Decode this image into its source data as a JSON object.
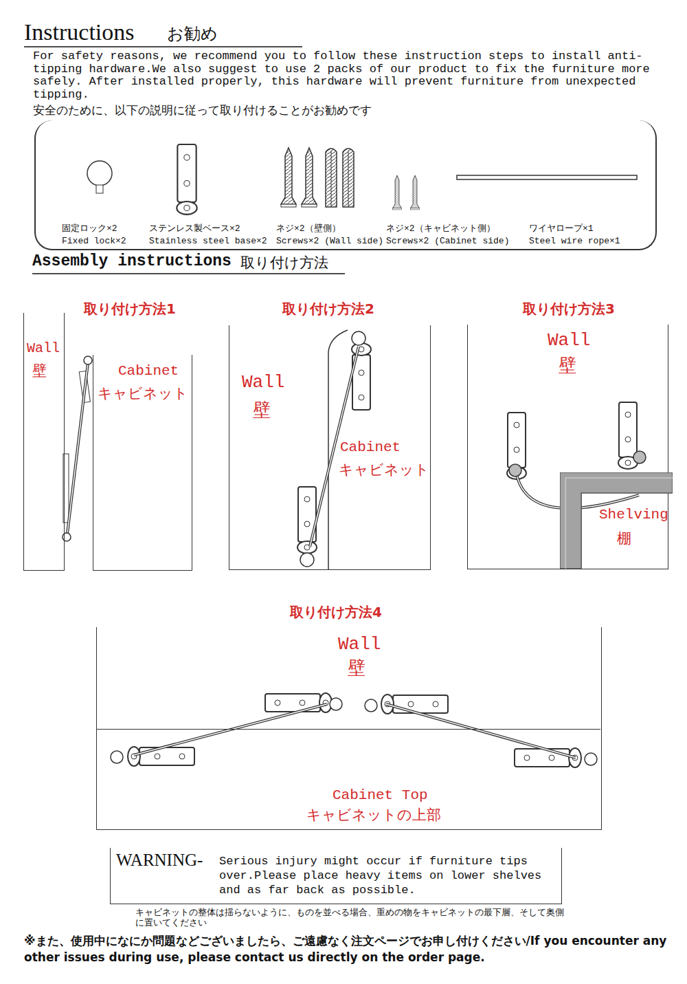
{
  "diagram": {
    "title": "Instructions",
    "nodes": [
      {
        "text": [
          "固定ロック×2",
          "Fixed lock×2",
          "ステンレス製ベース×2",
          "Stainless steel base×2",
          "ネジ×2（壁側）",
          "Screws×2 (Wall side)",
          "ネジ×2（キャビネット側）",
          "Screws×2 (Cabinet side)",
          "ワイヤロープ×1",
          "Steel wire rope×1"
        ]
      },
      {
        "text": [
          "Wall",
          "壁"
        ]
      },
      {
        "text": [
          "Cabinet",
          "キャビネット"
        ]
      },
      {
        "text": [
          "Wall",
          "壁"
        ]
      },
      {
        "text": [
          "Cabinet",
          "キャビネット"
        ],
        "in": 3
      },
      {
        "text": [
          "Wall",
          "壁"
        ]
      },
      {
        "text": [
          "Shelving",
          "棚"
        ],
        "in": 5
      },
      {
        "text": [
          "Wall",
          "壁"
        ]
      },
      {
        "text": [
          "Cabinet Top",
          "キャビネットの上部"
        ],
        "in": 7
      },
      {
        "text": [
          "WARNING-",
          "Serious injury might occur if furniture tips over.Please place heavy items on lower shelves and as far back as possible."
        ]
      }
    ],
    "labels": [
      "お勧め",
      "For safety reasons, we recommend you to follow these instruction steps to install anti-tipping hardware.We also suggest to use 2 packs of our product to fix the furniture more safely. After installed properly, this hardware will prevent furniture from unexpected tipping.",
      "安全のために、以下の説明に従って取り付けることがお勧めです",
      "Assembly instructions",
      "取り付け方法",
      "取り付け方法1",
      "取り付け方法2",
      "取り付け方法3",
      "取り付け方法4",
      "キャビネットの整体は揺らないように、ものを並べる場合、重めの物をキャビネットの最下層、そして奥側に置いてください",
      "※また、使用中になにか問題などございましたら、ご遠慮なく注文ページでお申し付けください/If you encounter any other issues during use, please contact us directly on the order page."
    ]
  }
}
